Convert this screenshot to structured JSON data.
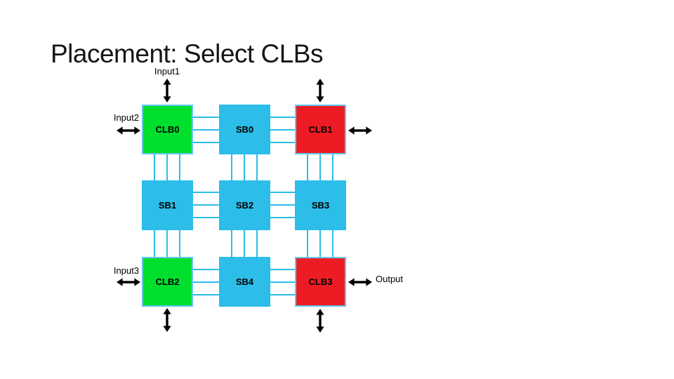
{
  "slide": {
    "title": "Placement: Select CLBs"
  },
  "labels": {
    "input1": "Input1",
    "input2": "Input2",
    "input3": "Input3",
    "output": "Output"
  },
  "grid": {
    "rows": 3,
    "cols": 3,
    "boxes": [
      {
        "label": "CLB0",
        "type": "clb",
        "color": "green"
      },
      {
        "label": "SB0",
        "type": "switch-box",
        "color": "cyan"
      },
      {
        "label": "CLB1",
        "type": "clb",
        "color": "red"
      },
      {
        "label": "SB1",
        "type": "switch-box",
        "color": "cyan"
      },
      {
        "label": "SB2",
        "type": "switch-box",
        "color": "cyan"
      },
      {
        "label": "SB3",
        "type": "switch-box",
        "color": "cyan"
      },
      {
        "label": "CLB2",
        "type": "clb",
        "color": "green"
      },
      {
        "label": "SB4",
        "type": "switch-box",
        "color": "cyan"
      },
      {
        "label": "CLB3",
        "type": "clb",
        "color": "red"
      }
    ]
  },
  "icons": {
    "double_arrow_vertical": "↕",
    "double_arrow_horizontal": "↔"
  },
  "colors": {
    "clb-green": "#00df2e",
    "sb-cyan": "#2cbde9",
    "clb-red": "#ed1c24",
    "wire": "#2cbde9",
    "box-border": "#63c6ea",
    "arrow": "#000000",
    "label-text": "#000000",
    "title-text": "#161616",
    "background": "#ffffff"
  }
}
